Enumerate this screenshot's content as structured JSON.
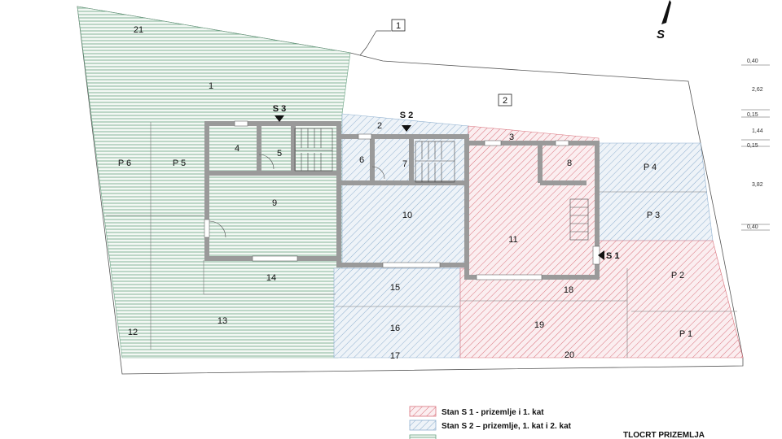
{
  "compass": {
    "label": "S"
  },
  "callouts": {
    "c1": "1",
    "c2": "2"
  },
  "entrances": {
    "s1": "S 1",
    "s2": "S 2",
    "s3": "S 3"
  },
  "rooms": {
    "r1": "1",
    "r2": "2",
    "r3": "3",
    "r4": "4",
    "r5": "5",
    "r6": "6",
    "r7": "7",
    "r8": "8",
    "r9": "9",
    "r10": "10",
    "r11": "11",
    "r12": "12",
    "r13": "13",
    "r14": "14",
    "r15": "15",
    "r16": "16",
    "r17": "17",
    "r18": "18",
    "r19": "19",
    "r20": "20",
    "r21": "21",
    "p1": "P 1",
    "p2": "P 2",
    "p3": "P 3",
    "p4": "P 4",
    "p5": "P 5",
    "p6": "P 6"
  },
  "dimensions": [
    "0,40",
    "2,62",
    "0,15",
    "1,44",
    "0,15",
    "3,82",
    "0,40"
  ],
  "legend": {
    "s1": "Stan S 1 - prizemlje i 1. kat",
    "s2": "Stan S 2 – prizemlje, 1. kat i 2. kat"
  },
  "title": "TLOCRT PRIZEMLJA",
  "colors": {
    "s1": "#d9727c",
    "s2": "#8fb0cf",
    "s3": "#6aa283",
    "wall": "#9a9a9a",
    "outline": "#333333"
  }
}
